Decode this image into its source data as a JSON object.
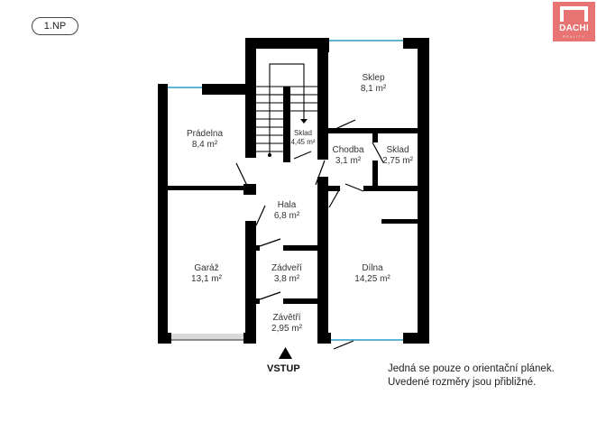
{
  "floor": {
    "label": "1.NP"
  },
  "logo": {
    "name": "DACHI",
    "subtitle": "REALITY",
    "color": "#e77372"
  },
  "rooms": [
    {
      "id": "pradelna",
      "name": "Prádelna",
      "area": "8,4 m²"
    },
    {
      "id": "sklad-stairs",
      "name": "Sklad",
      "area": "4,45 m²"
    },
    {
      "id": "sklep",
      "name": "Sklep",
      "area": "8,1 m²"
    },
    {
      "id": "chodba",
      "name": "Chodba",
      "area": "3,1 m²"
    },
    {
      "id": "sklad",
      "name": "Sklad",
      "area": "2,75 m²"
    },
    {
      "id": "hala",
      "name": "Hala",
      "area": "6,8 m²"
    },
    {
      "id": "garaz",
      "name": "Garáž",
      "area": "13,1 m²"
    },
    {
      "id": "zadveri",
      "name": "Zádveří",
      "area": "3,8 m²"
    },
    {
      "id": "zavetri",
      "name": "Závětří",
      "area": "2,95 m²"
    },
    {
      "id": "dilna",
      "name": "Dílna",
      "area": "14,25 m²"
    }
  ],
  "entrance": {
    "label": "VSTUP"
  },
  "note": {
    "line1": "Jedná se pouze o orientační plánek.",
    "line2": "Uvedené rozměry jsou přibližné."
  },
  "colors": {
    "wall": "#000000",
    "window": "#5fb7d4",
    "garage_door": "#d9d9d9"
  }
}
